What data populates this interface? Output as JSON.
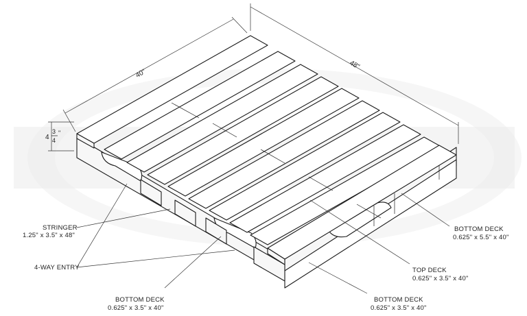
{
  "dimensions": {
    "width_label": "40\"",
    "length_label": "48\"",
    "height_whole": "4",
    "height_num": "3",
    "height_den": "4",
    "height_unit": "\""
  },
  "labels": {
    "stringer_title": "STRINGER",
    "stringer_size": "1.25\" x 3.5\" x 48\"",
    "entry": "4-WAY ENTRY",
    "bottom_deck_right_title": "BOTTOM DECK",
    "bottom_deck_right_size": "0.625\" x 5.5\" x 40\"",
    "top_deck_title": "TOP DECK",
    "top_deck_size": "0.625\" x 3.5\" x 40\"",
    "bottom_deck_mid_title": "BOTTOM DECK",
    "bottom_deck_mid_size": "0.625\" x 3.5\" x 40\"",
    "bottom_deck_left_title": "BOTTOM DECK",
    "bottom_deck_left_size": "0.625\" x 3.5\" x 40\""
  },
  "colors": {
    "line": "#1a1a1a",
    "watermark": "#ededed"
  }
}
